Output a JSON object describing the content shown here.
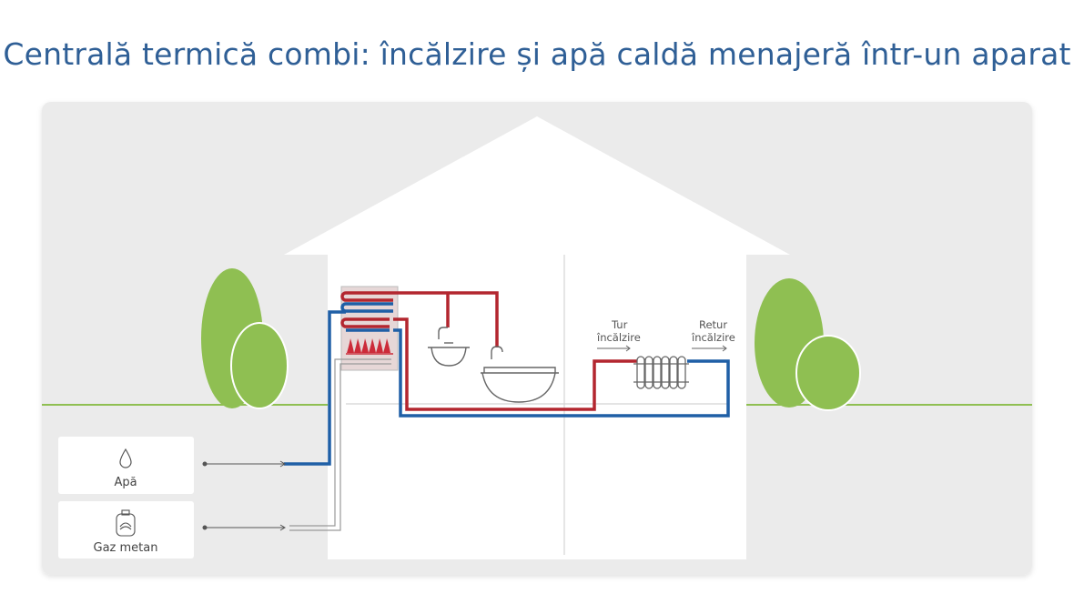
{
  "title": "Centrală termică combi: încălzire și apă caldă menajeră într-un aparat",
  "labels": {
    "tur_line1": "Tur",
    "tur_line2": "încălzire",
    "retur_line1": "Retur",
    "retur_line2": "încălzire"
  },
  "sources": [
    {
      "label": "Apă",
      "icon": "water-drop-icon"
    },
    {
      "label": "Gaz metan",
      "icon": "gas-cylinder-icon"
    }
  ],
  "colors": {
    "hot": "#b3262f",
    "cold": "#1f5fa6",
    "tree": "#8fbf52",
    "ground": "#8fbf52",
    "background": "#ebebeb",
    "title": "#2f5f96"
  }
}
